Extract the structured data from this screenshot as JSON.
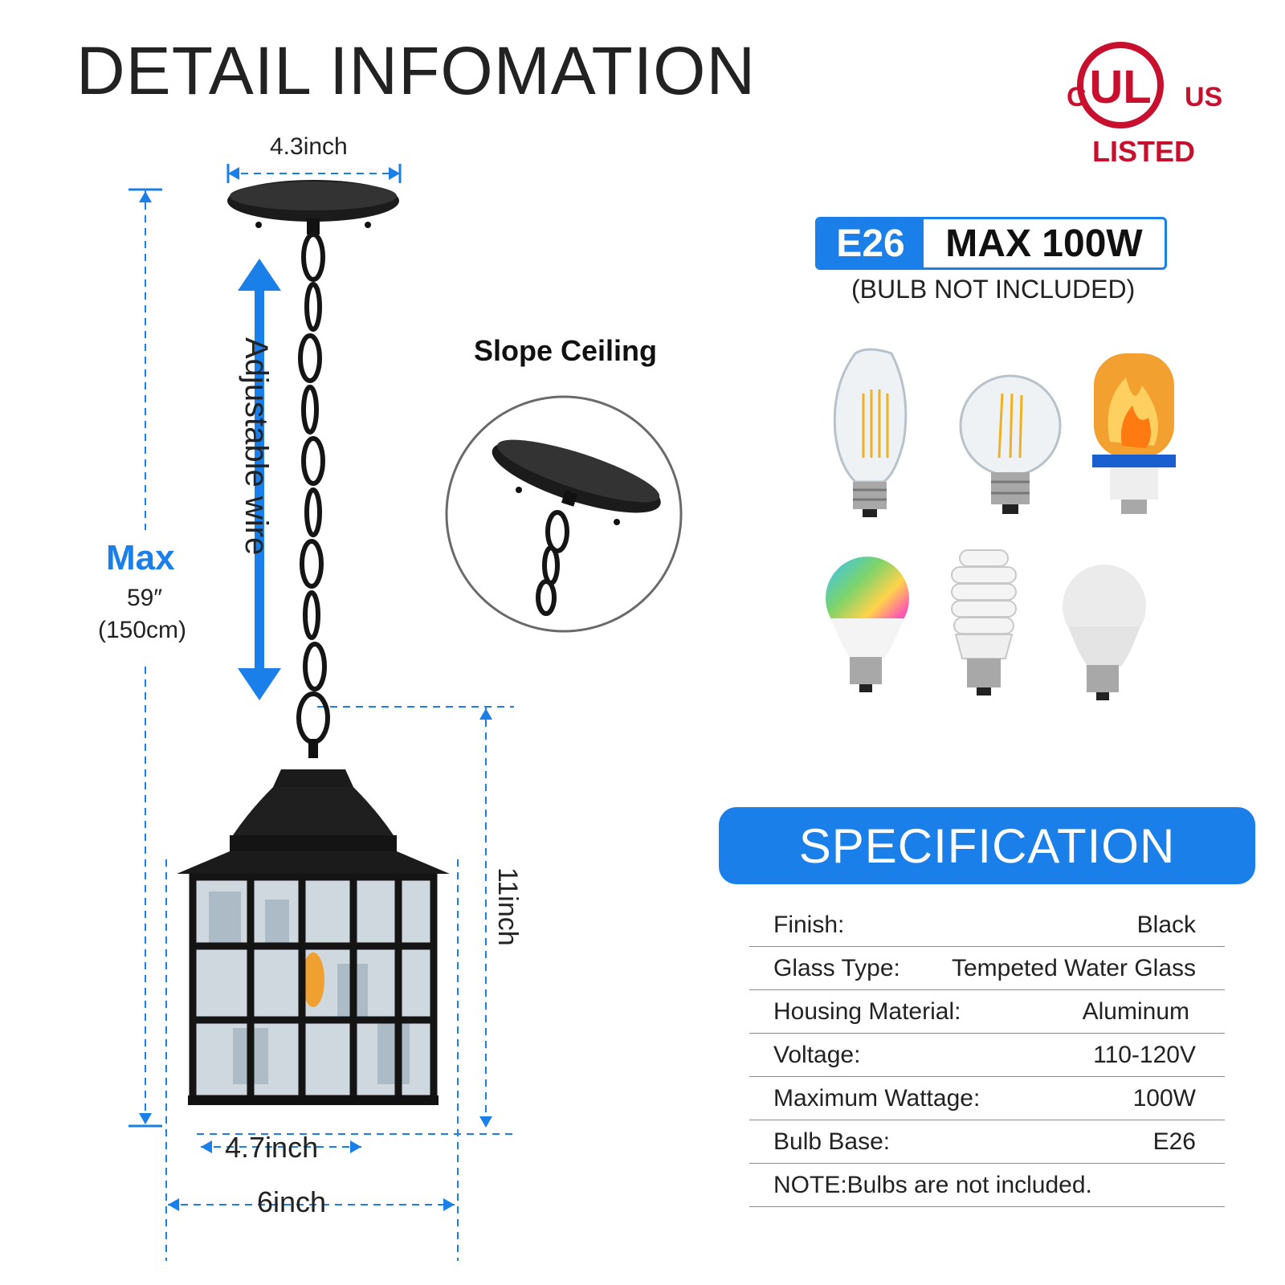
{
  "header": {
    "title": "DETAIL INFOMATION"
  },
  "certification": {
    "c": "C",
    "ul": "UL",
    "us": "US",
    "listed": "LISTED",
    "color": "#c8102e"
  },
  "dimensions": {
    "canopy_width": "4.3inch",
    "max_word": "Max",
    "max_inches": "59″",
    "max_cm": "(150cm)",
    "adjustable": "Adjustable wire",
    "height": "11inch",
    "bottom_width": "4.7inch",
    "top_width": "6inch"
  },
  "slope": {
    "label": "Slope Ceiling"
  },
  "bulb_badge": {
    "base": "E26",
    "max_watt": "MAX 100W",
    "note": "(BULB NOT INCLUDED)",
    "accent": "#1a7fe8"
  },
  "bulbs": [
    "edison-st-bulb-icon",
    "globe-filament-bulb-icon",
    "flame-effect-bulb-icon",
    "rgb-led-bulb-icon",
    "spiral-cfl-bulb-icon",
    "led-a19-bulb-icon"
  ],
  "specification": {
    "title": "SPECIFICATION",
    "rows": [
      {
        "label": "Finish:",
        "value": "Black"
      },
      {
        "label": "Glass Type:",
        "value": "Tempeted Water Glass"
      },
      {
        "label": "Housing Material:",
        "value": "Aluminum"
      },
      {
        "label": "Voltage:",
        "value": "110-120V"
      },
      {
        "label": "Maximum Wattage:",
        "value": "100W"
      },
      {
        "label": "Bulb Base:",
        "value": "E26"
      },
      {
        "label": "NOTE:Bulbs are not included.",
        "value": ""
      }
    ]
  }
}
